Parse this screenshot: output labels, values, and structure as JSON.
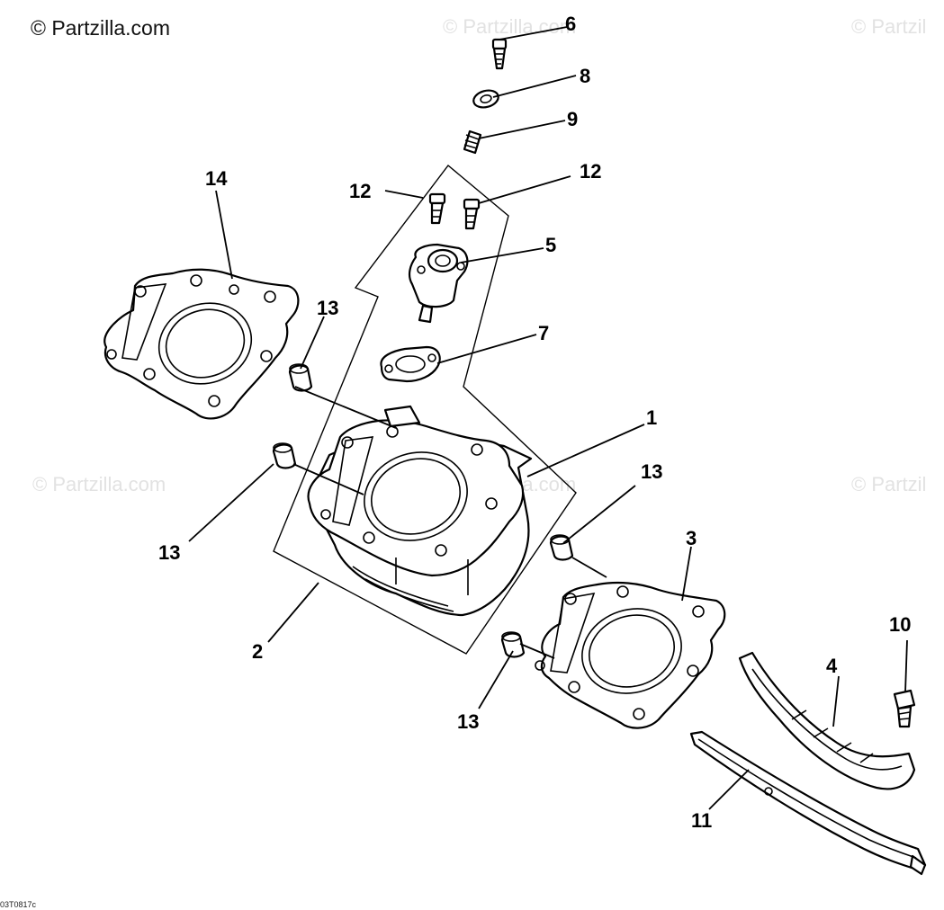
{
  "copyright": "© Partzilla.com",
  "watermark": "© Partzilla.com",
  "watermark_partial": "© Partzil",
  "diagram_code": "03T0817c",
  "callouts": {
    "c1": "1",
    "c2": "2",
    "c3": "3",
    "c4": "4",
    "c5": "5",
    "c6": "6",
    "c7": "7",
    "c8": "8",
    "c9": "9",
    "c10": "10",
    "c11": "11",
    "c12a": "12",
    "c12b": "12",
    "c13a": "13",
    "c13b": "13",
    "c13c": "13",
    "c13d": "13",
    "c14": "14"
  }
}
